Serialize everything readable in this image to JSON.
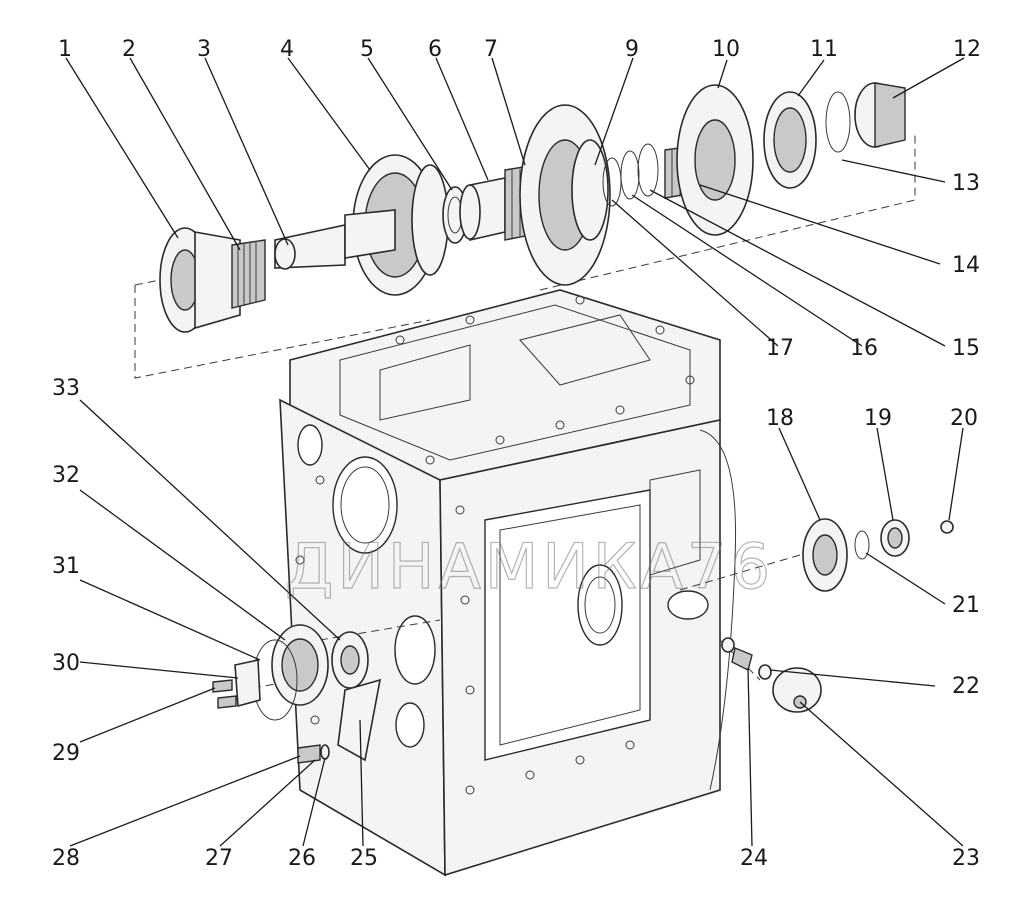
{
  "watermark": "ДИНАМИКА76",
  "callouts": [
    "1",
    "2",
    "3",
    "4",
    "5",
    "6",
    "7",
    "9",
    "10",
    "11",
    "12",
    "13",
    "14",
    "15",
    "16",
    "17",
    "18",
    "19",
    "20",
    "21",
    "22",
    "23",
    "24",
    "25",
    "26",
    "27",
    "28",
    "29",
    "30",
    "31",
    "32",
    "33"
  ]
}
